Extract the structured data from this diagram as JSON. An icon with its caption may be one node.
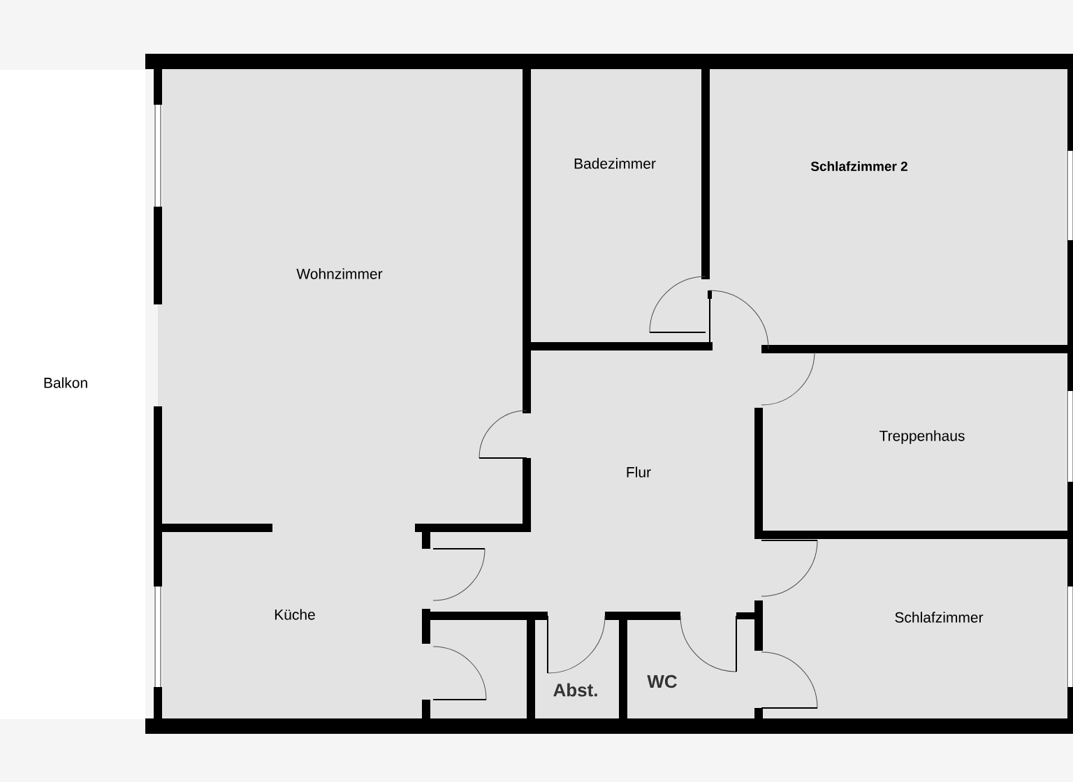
{
  "diagram": {
    "nodes": [
      {
        "text": [
          "Wohnzimmer"
        ]
      },
      {
        "text": [
          "Badezimmer"
        ]
      },
      {
        "text": [
          "Schlafzimmer 2"
        ]
      },
      {
        "text": [
          "Flur"
        ]
      },
      {
        "text": [
          "Treppenhaus"
        ]
      },
      {
        "text": [
          "Küche"
        ]
      },
      {
        "text": [
          "Schlafzimmer"
        ]
      },
      {
        "text": [
          "Abst."
        ]
      },
      {
        "text": [
          "WC"
        ]
      }
    ],
    "labels": [
      "Balkon"
    ]
  }
}
